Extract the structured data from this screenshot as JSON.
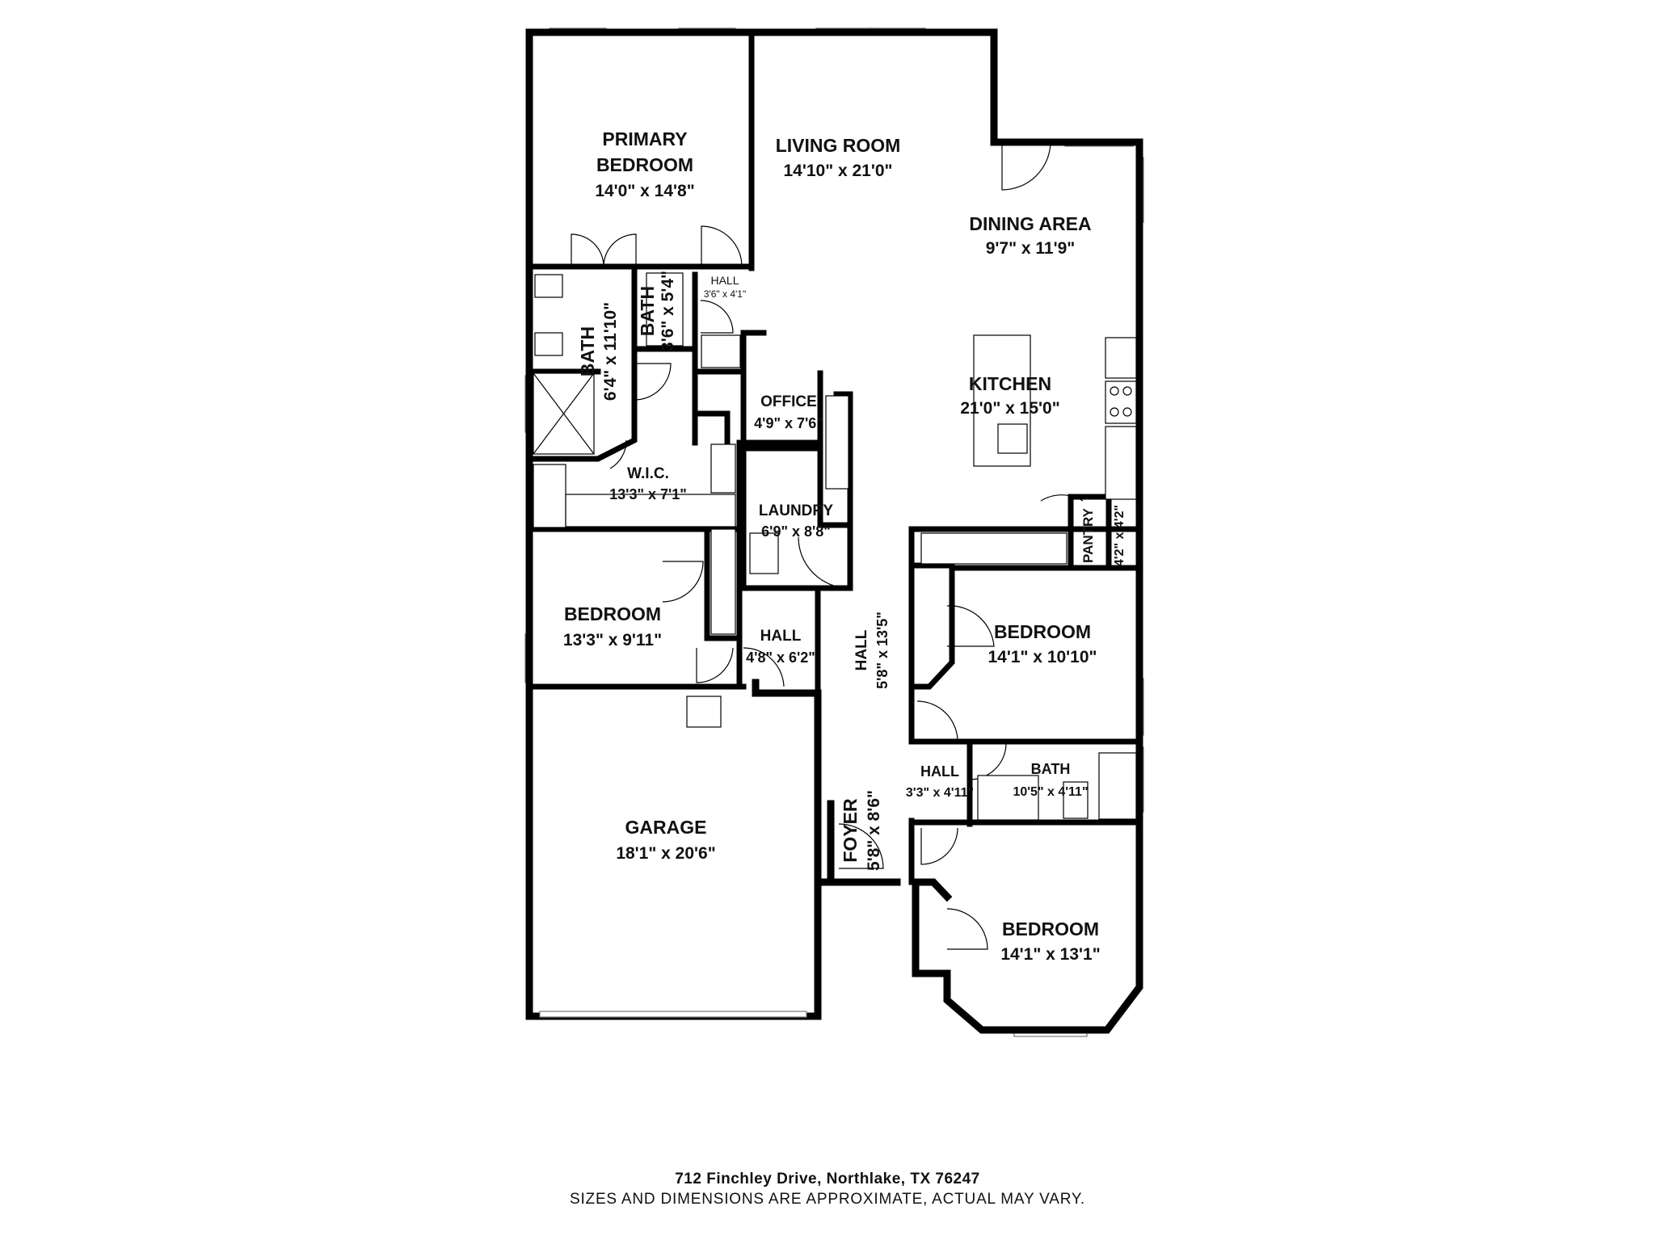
{
  "rooms": {
    "primary_bedroom": {
      "name_line1": "PRIMARY",
      "name_line2": "BEDROOM",
      "dims": "14'0\" x 14'8\""
    },
    "living_room": {
      "name": "LIVING ROOM",
      "dims": "14'10\" x 21'0\""
    },
    "dining_area": {
      "name": "DINING AREA",
      "dims": "9'7\" x 11'9\""
    },
    "kitchen": {
      "name": "KITCHEN",
      "dims": "21'0\" x 15'0\""
    },
    "hall_small": {
      "name": "HALL",
      "dims": "3'6\" x 4'1\""
    },
    "bath_primary": {
      "name": "BATH",
      "dims": "6'4\" x 11'10\""
    },
    "bath_small": {
      "name": "BATH",
      "dims": "3'6\" x 5'4\""
    },
    "office": {
      "name": "OFFICE",
      "dims": "4'9\" x 7'6\""
    },
    "wic": {
      "name": "W.I.C.",
      "dims": "13'3\" x 7'1\""
    },
    "laundry": {
      "name": "LAUNDRY",
      "dims": "6'9\" x 8'8\""
    },
    "pantry": {
      "name": "PANTRY",
      "dims": "4'2\" x 4'2\""
    },
    "bedroom_west": {
      "name": "BEDROOM",
      "dims": "13'3\" x 9'11\""
    },
    "hall_mid": {
      "name": "HALL",
      "dims": "4'8\" x 6'2\""
    },
    "hall_long": {
      "name": "HALL",
      "dims": "5'8\" x 13'5\""
    },
    "bedroom_east": {
      "name": "BEDROOM",
      "dims": "14'1\" x 10'10\""
    },
    "hall_east": {
      "name": "HALL",
      "dims": "3'3\" x 4'11\""
    },
    "bath_east": {
      "name": "BATH",
      "dims": "10'5\" x 4'11\""
    },
    "garage": {
      "name": "GARAGE",
      "dims": "18'1\" x 20'6\""
    },
    "foyer": {
      "name": "FOYER",
      "dims": "5'8\" x 8'6\""
    },
    "bedroom_south": {
      "name": "BEDROOM",
      "dims": "14'1\" x 13'1\""
    }
  },
  "footer": {
    "address": "712 Finchley Drive, Northlake, TX 76247",
    "disclaimer": "SIZES AND DIMENSIONS ARE APPROXIMATE, ACTUAL MAY VARY."
  }
}
